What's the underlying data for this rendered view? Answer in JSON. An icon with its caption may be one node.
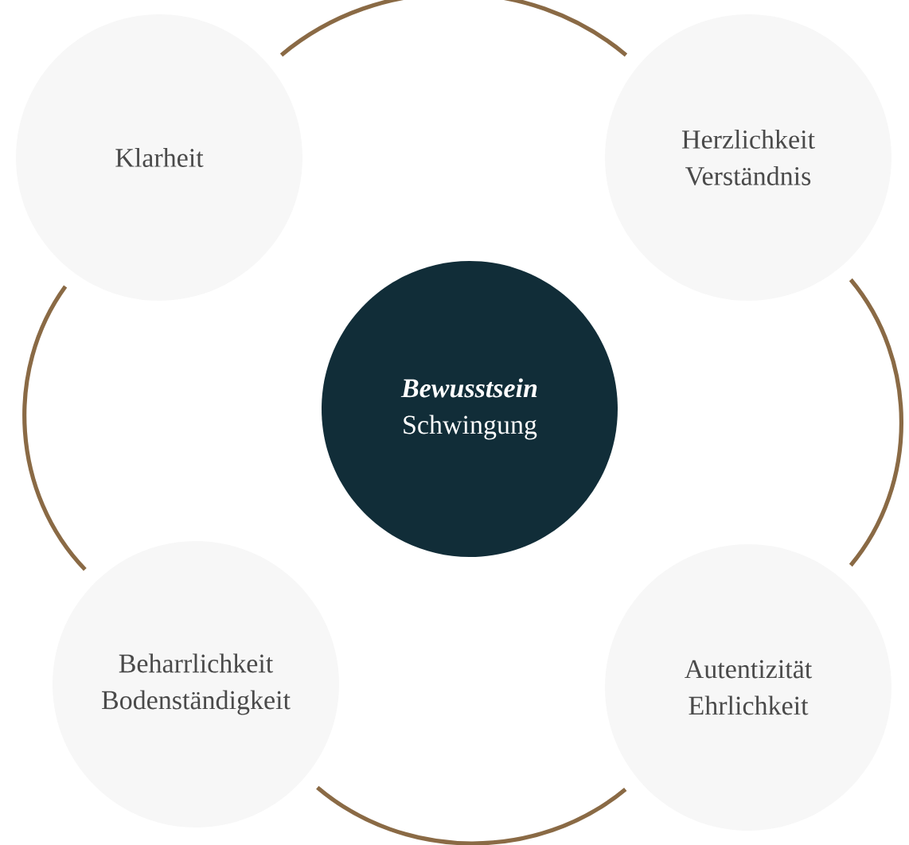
{
  "diagram": {
    "nodes": [
      {
        "text": [
          "Klarheit"
        ]
      },
      {
        "text": [
          "Herzlichkeit",
          "Verständnis"
        ]
      },
      {
        "text": [
          "Bewusstsein",
          "Schwingung"
        ]
      },
      {
        "text": [
          "Beharrlichkeit",
          "Bodenständigkeit"
        ]
      },
      {
        "text": [
          "Autentizität",
          "Ehrlichkeit"
        ]
      }
    ],
    "edges": [
      {
        "from": 0,
        "to": 1,
        "arrow": "none"
      },
      {
        "from": 1,
        "to": 4,
        "arrow": "none"
      },
      {
        "from": 4,
        "to": 3,
        "arrow": "none"
      },
      {
        "from": 3,
        "to": 0,
        "arrow": "none"
      }
    ]
  }
}
